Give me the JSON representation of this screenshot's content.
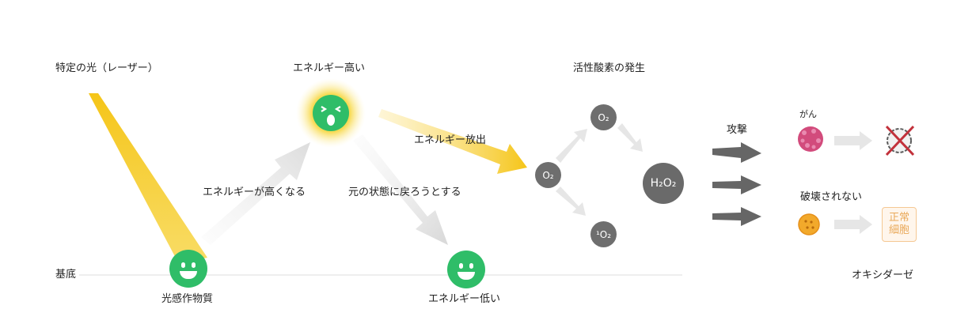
{
  "labels": {
    "laser": "特定の光（レーザー）",
    "high_energy": "エネルギー高い",
    "ros": "活性酸素の発生",
    "energy_release": "エネルギー放出",
    "energy_up": "エネルギーが高くなる",
    "return_state": "元の状態に戻ろうとする",
    "ground_state": "基底",
    "photosensitizer": "光感作物質",
    "low_energy": "エネルギー低い",
    "attack": "攻撃",
    "cancer": "がん",
    "not_destroyed": "破壊されない",
    "oxidase": "オキシダーゼ"
  },
  "molecules": {
    "o2_left": "O₂",
    "o2_top": "O₂",
    "h2o2": "H₂O₂",
    "singlet_o2": "¹O₂"
  },
  "normal_cell": {
    "line1": "正常",
    "line2": "細胞"
  },
  "icons": {
    "excited_face": "excited-face-icon",
    "ground_face": "smile-face-icon",
    "cancer_cell": "cancer-cell-icon",
    "destroyed_cell": "destroyed-cell-icon",
    "healthy_cell": "healthy-cell-icon"
  },
  "colors": {
    "laser": "#f5c518",
    "glow": "#f7d94c",
    "face": "#2fbd68",
    "molecule": "#6e6e6e",
    "gray_arrow": "#e6e6e6",
    "dark_arrow": "#666666",
    "cancer": "#d24b7c",
    "cross": "#c2313b",
    "healthy": "#f2a92b",
    "normal_cell_text": "#e9a95a"
  }
}
